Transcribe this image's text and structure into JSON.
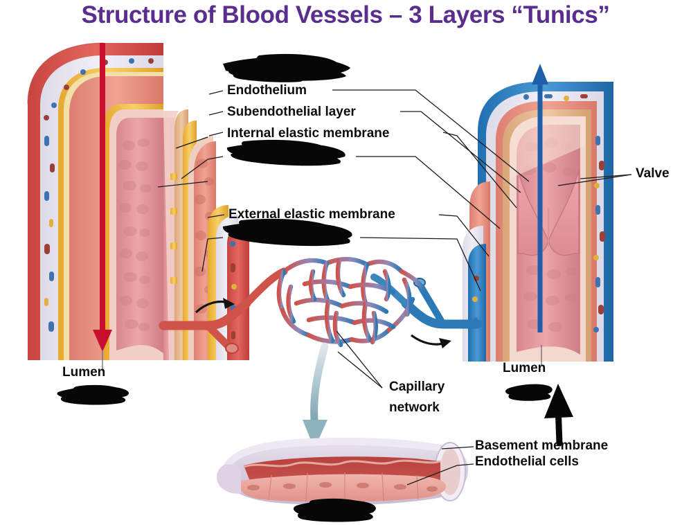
{
  "title": "Structure of Blood Vessels – 3 Layers “Tunics”",
  "labels": {
    "endothelium": "Endothelium",
    "subendothelial_layer": "Subendothelial layer",
    "internal_elastic_membrane": "Internal elastic membrane",
    "external_elastic_membrane": "External elastic membrane",
    "capillary_network": "Capillary",
    "capillary_network_2": "network",
    "valve": "Valve",
    "lumen_left": "Lumen",
    "lumen_right": "Lumen",
    "basement_membrane": "Basement membrane",
    "endothelial_cells": "Endothelial cells"
  },
  "redactions": [
    {
      "name": "redaction-top-label",
      "note": "label above Endothelium blacked out"
    },
    {
      "name": "redaction-tunica-media-label",
      "note": "label below Internal elastic membrane blacked out"
    },
    {
      "name": "redaction-tunica-externa-label",
      "note": "label below External elastic membrane blacked out"
    },
    {
      "name": "redaction-left-vessel-name",
      "note": "label below left Lumen blacked out"
    },
    {
      "name": "redaction-right-vessel-name",
      "note": "label below right Lumen blacked out"
    },
    {
      "name": "redaction-capillary-name",
      "note": "label below capillary detail blacked out"
    }
  ],
  "figures": {
    "artery": {
      "name": "artery-cutaway",
      "flow_arrow": "down",
      "flow_color": "#c8102e"
    },
    "vein": {
      "name": "vein-cutaway",
      "flow_arrow": "up",
      "flow_color": "#1f5fa9"
    },
    "capillary_bed": {
      "name": "capillary-network",
      "arteriole_color": "#d4554d",
      "venule_color": "#2b79b5"
    },
    "capillary_detail": {
      "name": "capillary-detail-cutaway"
    }
  },
  "colors": {
    "title_purple": "#5b2d8e",
    "label_black": "#0d0d0d",
    "artery_red": "#d9534f",
    "vein_blue": "#2b7fc4",
    "elastic_yellow": "#f0b93c",
    "muscle_salmon": "#e8907f",
    "adventitia_lavender": "#e6e4ef",
    "lumen_pink": "#e79aa0",
    "leader_line": "#1a1a1a",
    "blue_pointer_arrow": "#8fb3bd"
  }
}
